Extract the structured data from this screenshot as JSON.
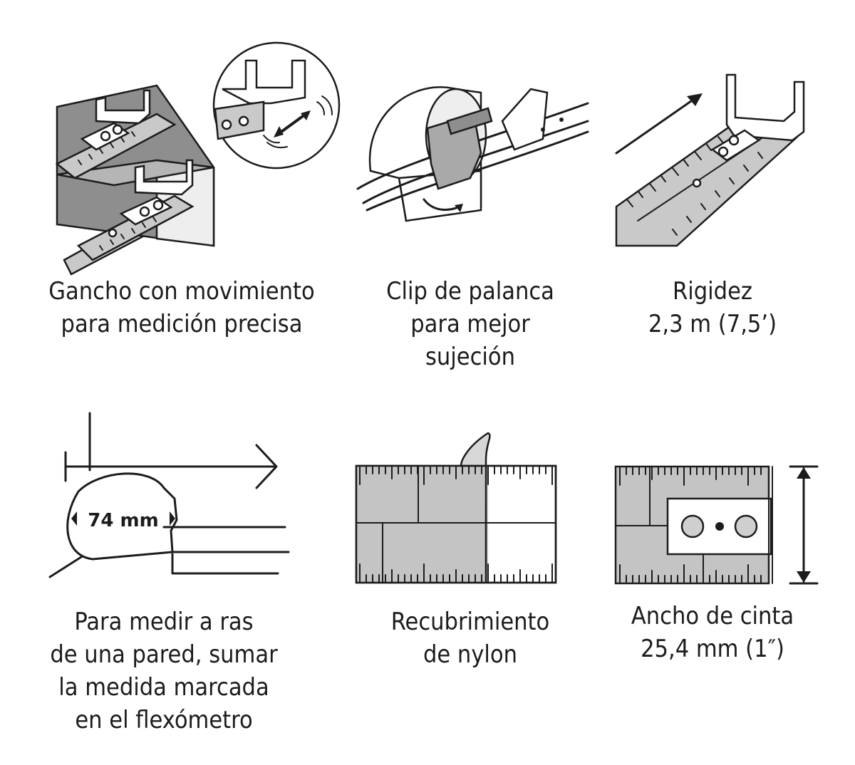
{
  "features": [
    {
      "id": "hook",
      "icon": "movable-hook-icon",
      "lines": [
        "Gancho con movimiento",
        "para medición precisa"
      ]
    },
    {
      "id": "clip",
      "icon": "belt-clip-icon",
      "lines": [
        "Clip de palanca",
        "para mejor",
        "sujeción"
      ]
    },
    {
      "id": "rigidity",
      "icon": "rigid-tape-icon",
      "lines": [
        "Rigidez",
        "2,3 m (7,5’)"
      ]
    },
    {
      "id": "flush",
      "icon": "case-width-icon",
      "case_label": "74 mm",
      "lines": [
        "Para medir a ras",
        "de una pared, sumar",
        "la medida marcada",
        "en el flexómetro"
      ]
    },
    {
      "id": "nylon",
      "icon": "nylon-coating-icon",
      "lines": [
        "Recubrimiento",
        "de nylon"
      ]
    },
    {
      "id": "width",
      "icon": "tape-width-icon",
      "lines": [
        "Ancho de cinta",
        "25,4 mm (1″)"
      ]
    }
  ],
  "colors": {
    "ink": "#1c1c1c",
    "tape_gray": "#c9c9c9",
    "dark_gray": "#8e8e8e"
  }
}
